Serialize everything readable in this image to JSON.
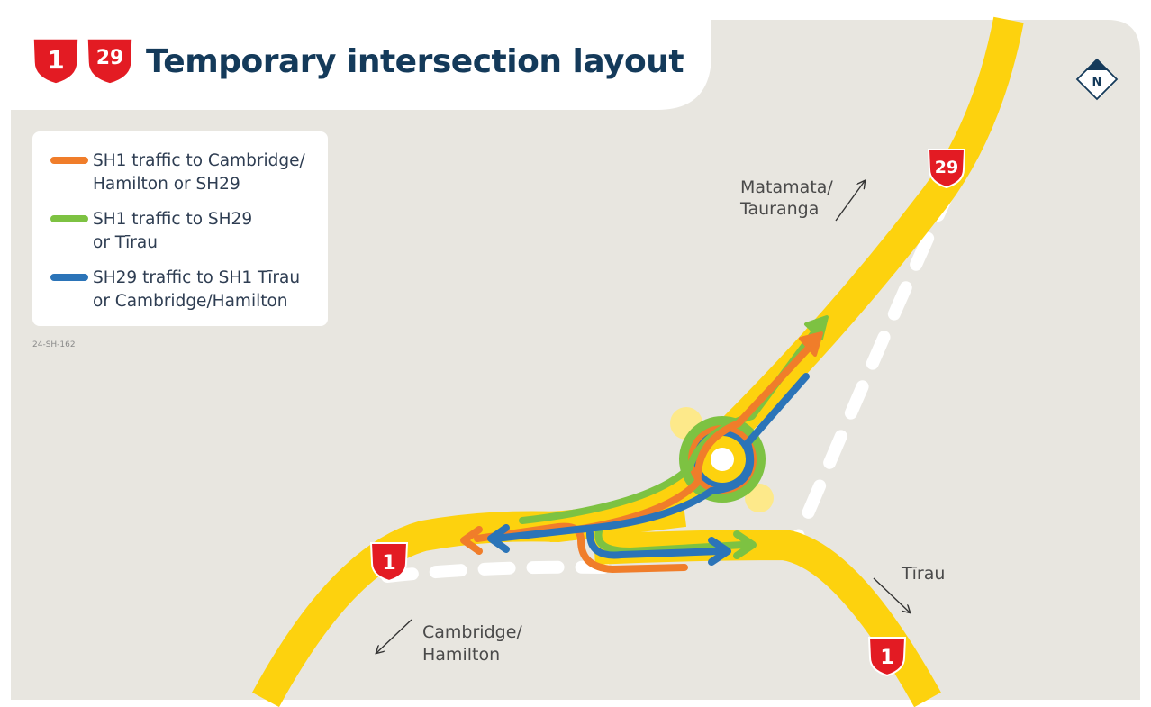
{
  "title": "Temporary intersection layout",
  "title_shields": [
    "1",
    "29"
  ],
  "north_label": "N",
  "map_code": "24-SH-162",
  "legend": [
    {
      "color": "#f07d2a",
      "line1": "SH1 traffic to Cambridge/",
      "line2": "Hamilton or SH29"
    },
    {
      "color": "#7dc242",
      "line1": "SH1 traffic to SH29",
      "line2": "or Tīrau"
    },
    {
      "color": "#2b74b8",
      "line1": "SH29 traffic to SH1 Tīrau",
      "line2": "or Cambridge/Hamilton"
    }
  ],
  "places": {
    "matamata_line1": "Matamata/",
    "matamata_line2": "Tauranga",
    "cambridge_line1": "Cambridge/",
    "cambridge_line2": "Hamilton",
    "tirau": "Tīrau"
  },
  "road_shields": {
    "sh29": "29",
    "sh1_west": "1",
    "sh1_south": "1"
  },
  "colors": {
    "map_background": "#e8e6e0",
    "road": "#fdd20e",
    "road_shoulder": "#fde98a",
    "shield_red": "#e31b23",
    "title_navy": "#143a5a",
    "orange": "#f07d2a",
    "green": "#7dc242",
    "blue": "#2b74b8"
  }
}
